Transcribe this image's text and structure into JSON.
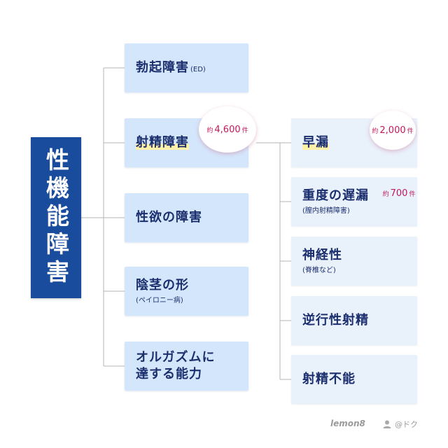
{
  "root": {
    "title": "性機能障害"
  },
  "categories": [
    {
      "main": "勃起障害",
      "paren": "(ED)",
      "sub": ""
    },
    {
      "main": "射精障害",
      "paren": "",
      "sub": ""
    },
    {
      "main": "性欲の障害",
      "paren": "",
      "sub": ""
    },
    {
      "main": "陰茎の形",
      "paren": "",
      "sub": "(ペイロニー病)"
    },
    {
      "main": "オルガズムに",
      "main2": "達する能力",
      "paren": "",
      "sub": ""
    }
  ],
  "ejaculation_count": {
    "prefix": "約",
    "number": "4,600",
    "suffix": "件"
  },
  "subtypes": [
    {
      "main": "早漏",
      "sub": ""
    },
    {
      "main": "重度の遅漏",
      "sub": "(膣内射精障害)"
    },
    {
      "main": "神経性",
      "sub": "(脊椎など)"
    },
    {
      "main": "逆行性射精",
      "sub": ""
    },
    {
      "main": "射精不能",
      "sub": ""
    }
  ],
  "subtype_counts": [
    {
      "prefix": "約",
      "number": "2,000",
      "suffix": "件"
    },
    {
      "prefix": "約",
      "number": "700",
      "suffix": "件"
    }
  ],
  "footer": {
    "watermark": "lemon8",
    "user": "@ドク"
  },
  "colors": {
    "root_bg": "#1a4c9e",
    "category_bg": "#d4e6fb",
    "subtype_bg": "#e9f1fb",
    "text": "#1b2f6e",
    "count": "#c2185b"
  }
}
